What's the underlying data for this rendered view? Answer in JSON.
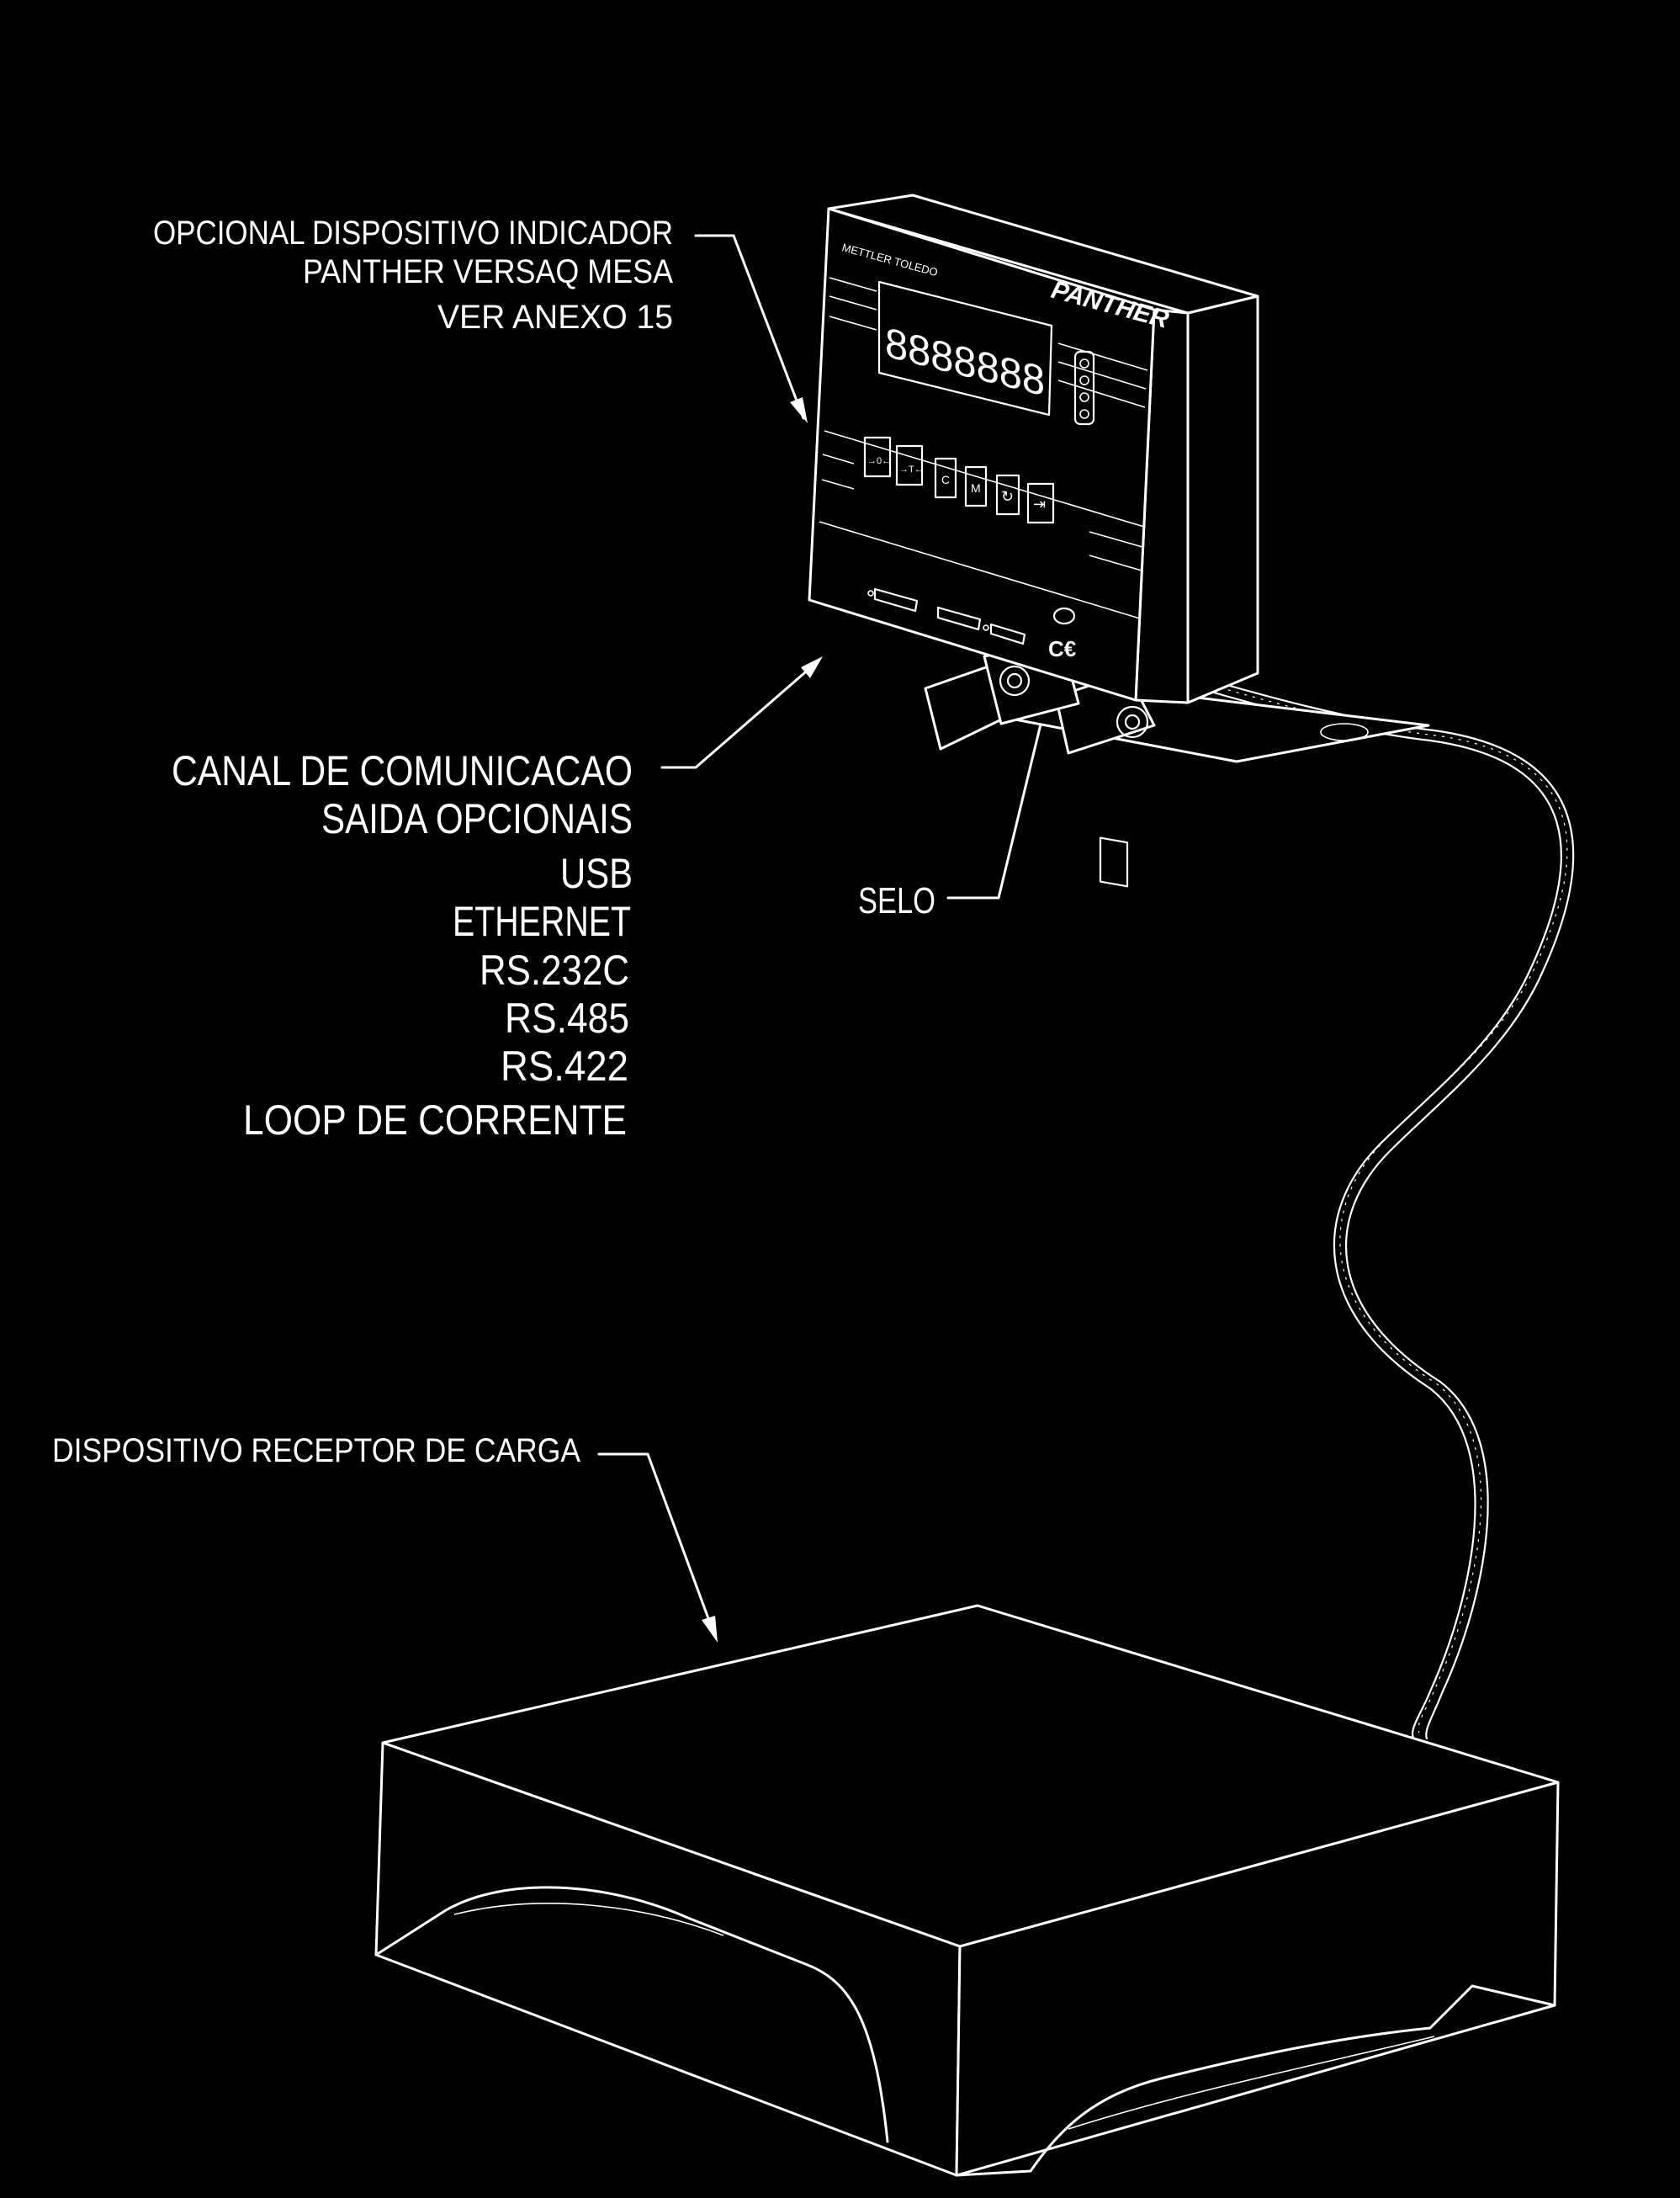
{
  "labels": {
    "indicator": [
      "OPCIONAL DISPOSITIVO INDICADOR",
      "PANTHER VERSAQ MESA",
      "VER ANEXO 15"
    ],
    "channel": [
      "CANAL DE COMUNICACAO",
      "SAIDA OPCIONAIS"
    ],
    "outputs": [
      "USB",
      "ETHERNET",
      "RS.232C",
      "RS.485",
      "RS.422",
      "LOOP DE CORRENTE"
    ],
    "seal": "SELO",
    "receptor": "DISPOSITIVO RECEPTOR DE CARGA"
  },
  "device": {
    "brand": "METTLER TOLEDO",
    "model": "PANTHER",
    "display_digits": "8888888",
    "keys": [
      "→0←",
      "→T←",
      "C",
      "M",
      "↻",
      "⇥"
    ]
  },
  "colors": {
    "background": "#000000",
    "line": "#ffffff"
  }
}
